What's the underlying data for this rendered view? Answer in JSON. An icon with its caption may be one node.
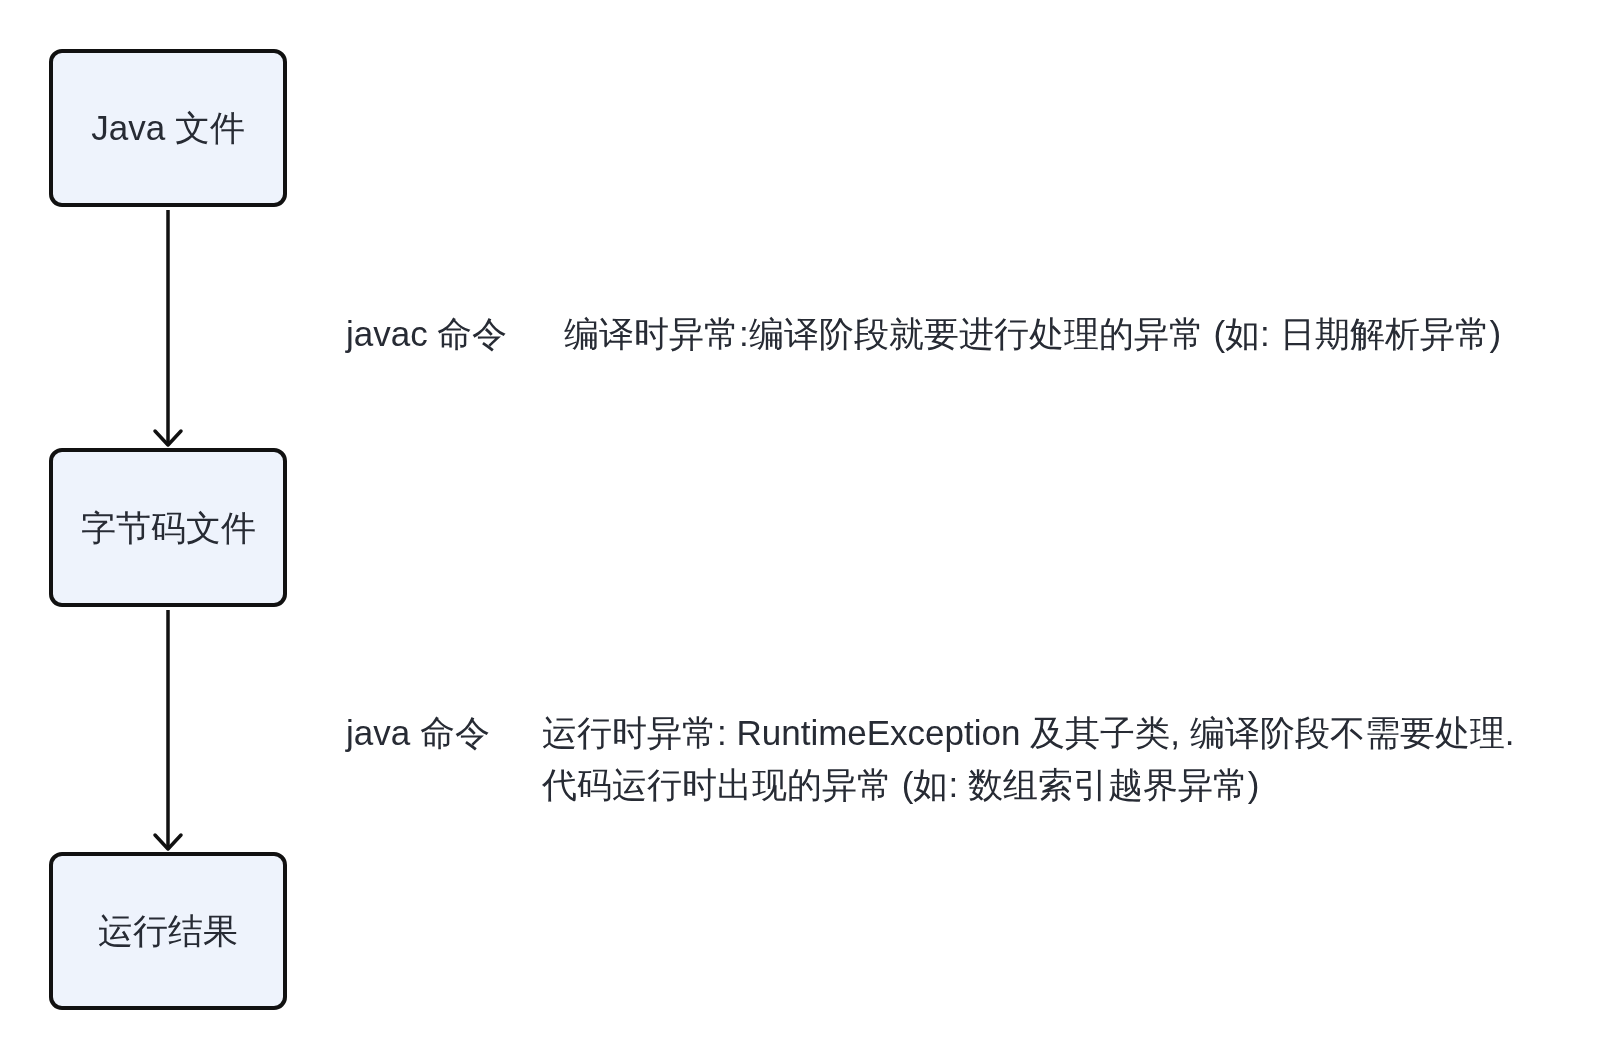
{
  "diagram": {
    "nodes": [
      {
        "text": [
          "Java 文件"
        ]
      },
      {
        "text": [
          "字节码文件"
        ]
      },
      {
        "text": [
          "运行结果"
        ]
      }
    ],
    "edges": [
      {
        "from": 0,
        "to": 1,
        "arrow": "to"
      },
      {
        "from": 1,
        "to": 2,
        "arrow": "to"
      }
    ],
    "labels": [
      "javac 命令",
      "编译时异常:编译阶段就要进行处理的异常 (如: 日期解析异常)",
      "java 命令",
      "运行时异常: RuntimeException 及其子类, 编译阶段不需要处理. 代码运行时出现的异常 (如: 数组索引越界异常)"
    ]
  }
}
